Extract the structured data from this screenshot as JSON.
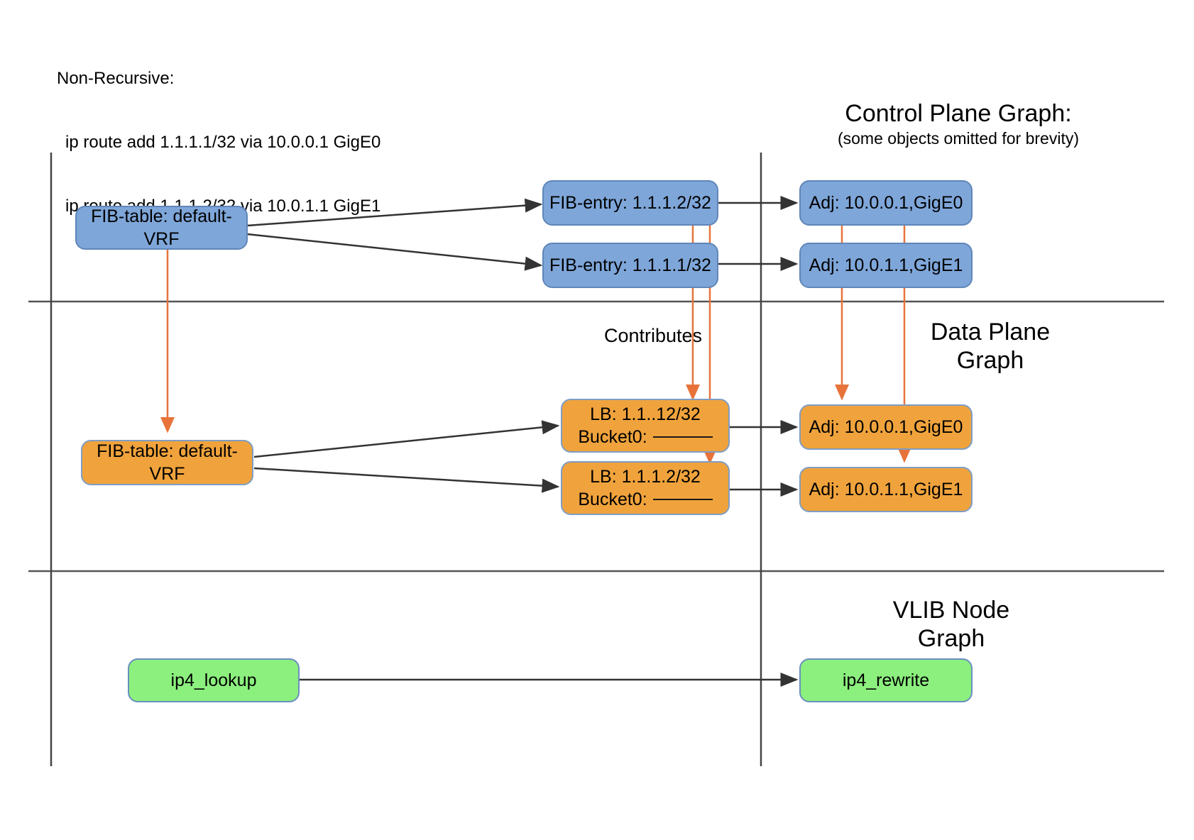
{
  "legend": {
    "line1": "Non-Recursive:",
    "line2": "ip route add 1.1.1.1/32 via 10.0.0.1 GigE0",
    "line3": "ip route add 1.1.1.2/32 via 10.0.1.1 GigE1"
  },
  "sections": {
    "control_plane": {
      "title": "Control Plane Graph:",
      "subtitle": "(some objects omitted for brevity)"
    },
    "data_plane": {
      "title_line1": "Data Plane",
      "title_line2": "Graph"
    },
    "vlib": {
      "title_line1": "VLIB Node",
      "title_line2": "Graph"
    }
  },
  "labels": {
    "contributes": "Contributes"
  },
  "control_plane_nodes": {
    "fib_table": "FIB-table: default-VRF",
    "fib_entry_top": "FIB-entry: 1.1.1.2/32",
    "fib_entry_bottom": "FIB-entry: 1.1.1.1/32",
    "adj_top": "Adj: 10.0.0.1,GigE0",
    "adj_bottom": "Adj: 10.0.1.1,GigE1"
  },
  "data_plane_nodes": {
    "fib_table": "FIB-table: default-VRF",
    "lb_top_line1": "LB: 1.1..12/32",
    "lb_top_line2": "Bucket0:",
    "lb_bottom_line1": "LB: 1.1.1.2/32",
    "lb_bottom_line2": "Bucket0:",
    "adj_top": "Adj: 10.0.0.1,GigE0",
    "adj_bottom": "Adj: 10.0.1.1,GigE1"
  },
  "vlib_nodes": {
    "lookup": "ip4_lookup",
    "rewrite": "ip4_rewrite"
  },
  "colors": {
    "blue_fill": "#7ea6d9",
    "orange_fill": "#f0a33c",
    "green_fill": "#8cf07e",
    "node_border": "#6a8fbf",
    "black_edge": "#333333",
    "orange_edge": "#e8733a",
    "divider": "#555555"
  }
}
